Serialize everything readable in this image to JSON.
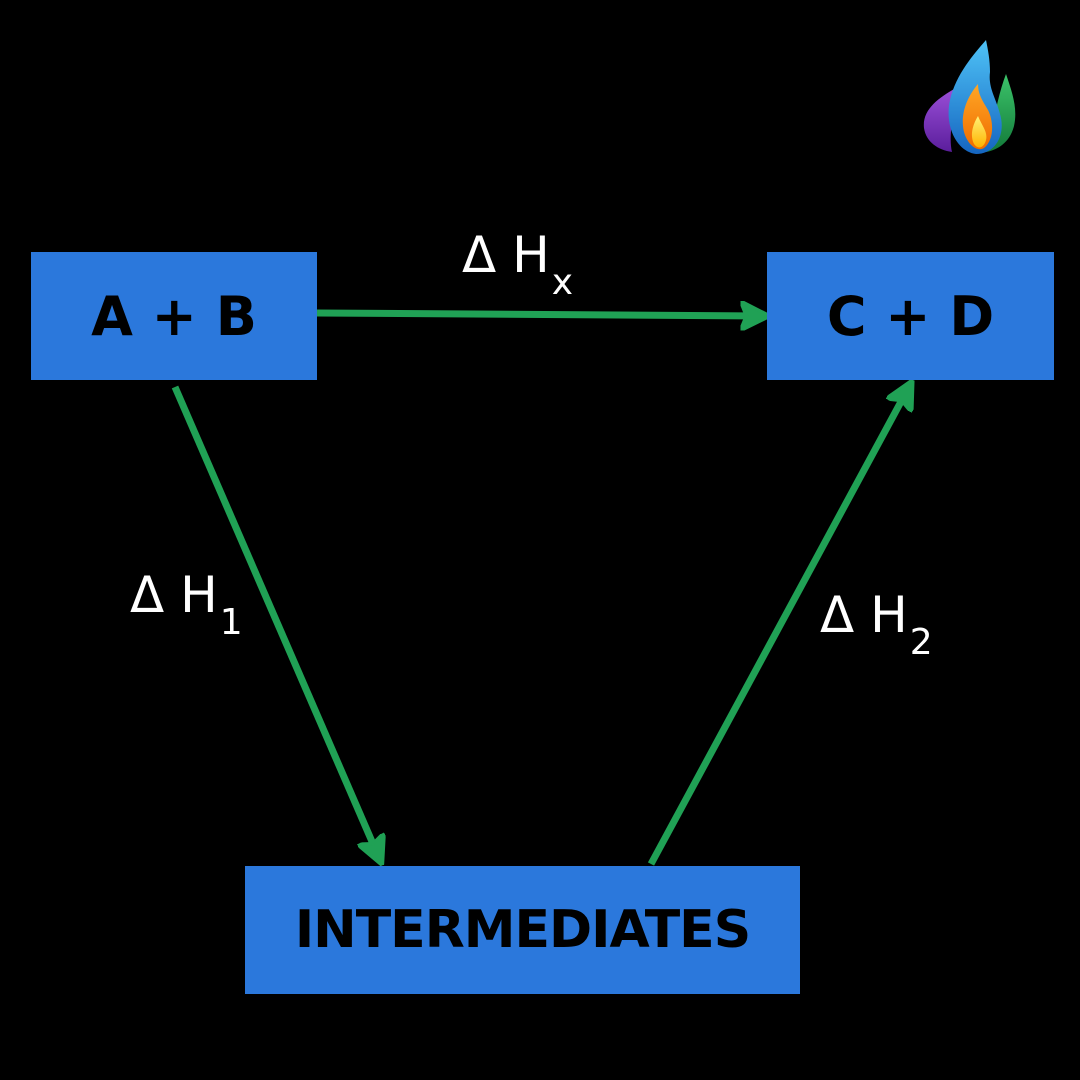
{
  "colors": {
    "background": "#000000",
    "box_fill": "#2B78DC",
    "arrow": "#20A155",
    "label_text": "#FFFFFF",
    "box_text": "#000000"
  },
  "nodes": {
    "reactants": "A + B",
    "products": "C + D",
    "intermediates": "INTERMEDIATES"
  },
  "edges": {
    "direct": {
      "symbol": "Δ H",
      "subscript": "x",
      "from": "A + B",
      "to": "C + D"
    },
    "step1": {
      "symbol": "Δ H",
      "subscript": "1",
      "from": "A + B",
      "to": "INTERMEDIATES"
    },
    "step2": {
      "symbol": "Δ H",
      "subscript": "2",
      "from": "INTERMEDIATES",
      "to": "C + D"
    }
  },
  "logo": {
    "icon": "flame-logo-icon"
  }
}
